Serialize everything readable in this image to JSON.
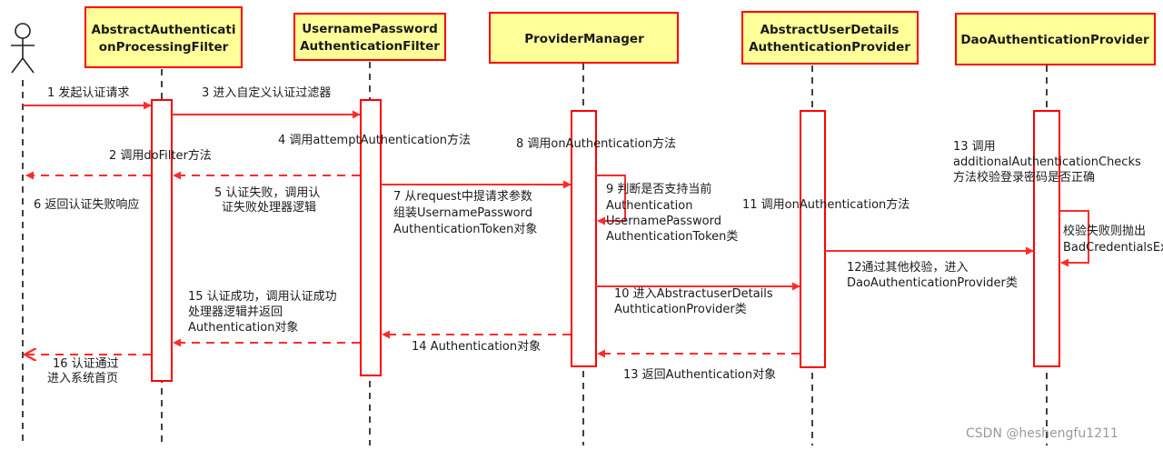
{
  "participants": {
    "filter": [
      "AbstractAuthenticati",
      "onProcessingFilter"
    ],
    "upFilter": [
      "UsernamePassword",
      "AuthenticationFilter"
    ],
    "providerManager": [
      "ProviderManager"
    ],
    "abstractProvider": [
      "AbstractUserDetails",
      "AuthenticationProvider"
    ],
    "daoProvider": [
      "DaoAuthenticationProvider"
    ]
  },
  "messages": {
    "m1": [
      "1 发起认证请求"
    ],
    "m2": [
      "2 调用doFilter方法"
    ],
    "m3": [
      "3 进入自定义认证过滤器"
    ],
    "m4": [
      "4 调用attemptAuthentication方法"
    ],
    "m5": [
      "5 认证失败，调用认",
      "证失败处理器逻辑"
    ],
    "m6": [
      "6 返回认证失败响应"
    ],
    "m7": [
      "7 从request中提请求参数",
      "组装UsernamePassword",
      "AuthenticationToken对象"
    ],
    "m8": [
      "8 调用onAuthentication方法"
    ],
    "m9": [
      "9 判断是否支持当前",
      "Authentication",
      "UsernamePassword",
      "AuthenticationToken类"
    ],
    "m10": [
      "10 进入AbstractuserDetails",
      "AuthticationProvider类"
    ],
    "m11": [
      "11 调用onAuthentication方法"
    ],
    "m12": [
      "12通过其他校验，进入",
      "DaoAuthenticationProvider类"
    ],
    "m13call": [
      "13 调用",
      "additionalAuthenticationChecks",
      "方法校验登录密码是否正确"
    ],
    "m13ret": [
      "13 返回Authentication对象"
    ],
    "m14": [
      "14 Authentication对象"
    ],
    "m15": [
      "15 认证成功，调用认证成功",
      "处理器逻辑并返回",
      "Authentication对象"
    ],
    "m16": [
      "16 认证通过",
      "进入系统首页"
    ],
    "fail": [
      "校验失败则抛出",
      "BadCredentialsEx"
    ]
  },
  "watermark": "CSDN @heshengfu1211",
  "colors": {
    "arrow": "#ff2b2b",
    "box_fill": "#ffff99",
    "box_stroke": "#ff0000",
    "lifeline": "#111111"
  }
}
